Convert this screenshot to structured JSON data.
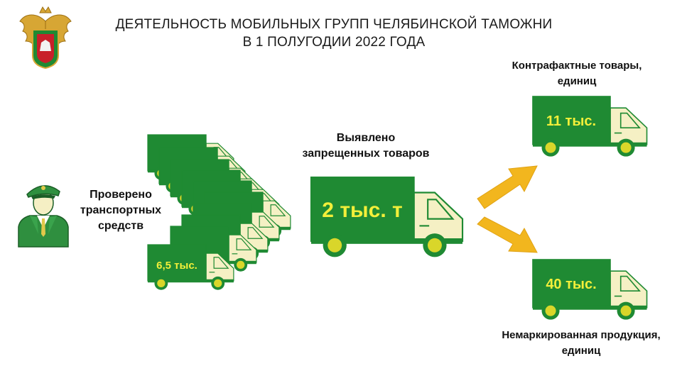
{
  "title": {
    "line1": "ДЕЯТЕЛЬНОСТЬ  МОБИЛЬНЫХ  ГРУПП  ЧЕЛЯБИНСКОЙ  ТАМОЖНИ",
    "line2": "В 1 ПОЛУГОДИИ  2022 ГОДА"
  },
  "checked": {
    "line1": "Проверено",
    "line2": "транспортных",
    "line3": "средств",
    "value": "6,5 тыс."
  },
  "detected": {
    "line1": "Выявлено",
    "line2": "запрещенных товаров",
    "value": "2 тыс.  т"
  },
  "counterfeit": {
    "line1": "Контрафактные товары,",
    "line2": "единиц",
    "value": "11 тыс."
  },
  "unmarked": {
    "line1": "Немаркированная продукция,",
    "line2": "единиц",
    "value": "40 тыс."
  },
  "colors": {
    "green": "#1f8a33",
    "cab": "#f5f0c4",
    "wheel": "#d9d62a",
    "arrow": "#f2b61e",
    "value_text": "#f2ef3a"
  },
  "icons": [
    "customs-emblem-icon",
    "customs-officer-icon",
    "truck-icon",
    "arrow-icon"
  ]
}
